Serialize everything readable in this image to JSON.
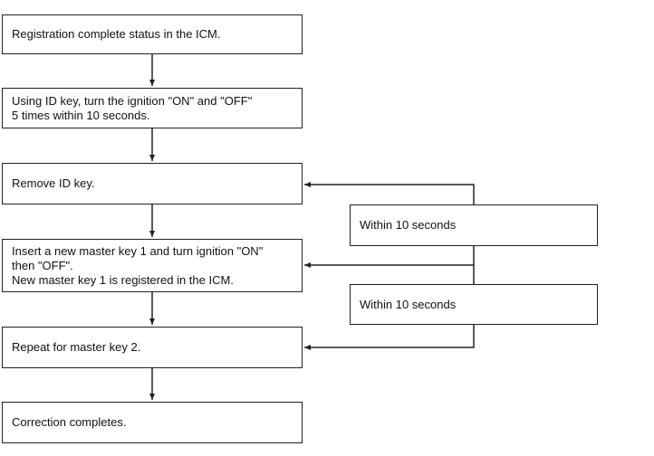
{
  "steps": [
    {
      "text": "Registration complete status in the ICM."
    },
    {
      "text": "Using ID key, turn the ignition \"ON\" and \"OFF\"\n5 times within 10 seconds."
    },
    {
      "text": "Remove ID key."
    },
    {
      "text": "Insert a new master key 1 and turn ignition \"ON\"\nthen \"OFF\".\nNew master key 1 is registered in the ICM."
    },
    {
      "text": "Repeat for master key 2."
    },
    {
      "text": "Correction completes."
    }
  ],
  "timers": [
    {
      "text": "Within 10 seconds"
    },
    {
      "text": "Within 10 seconds"
    }
  ],
  "colors": {
    "line": "#222222",
    "background": "#ffffff"
  }
}
